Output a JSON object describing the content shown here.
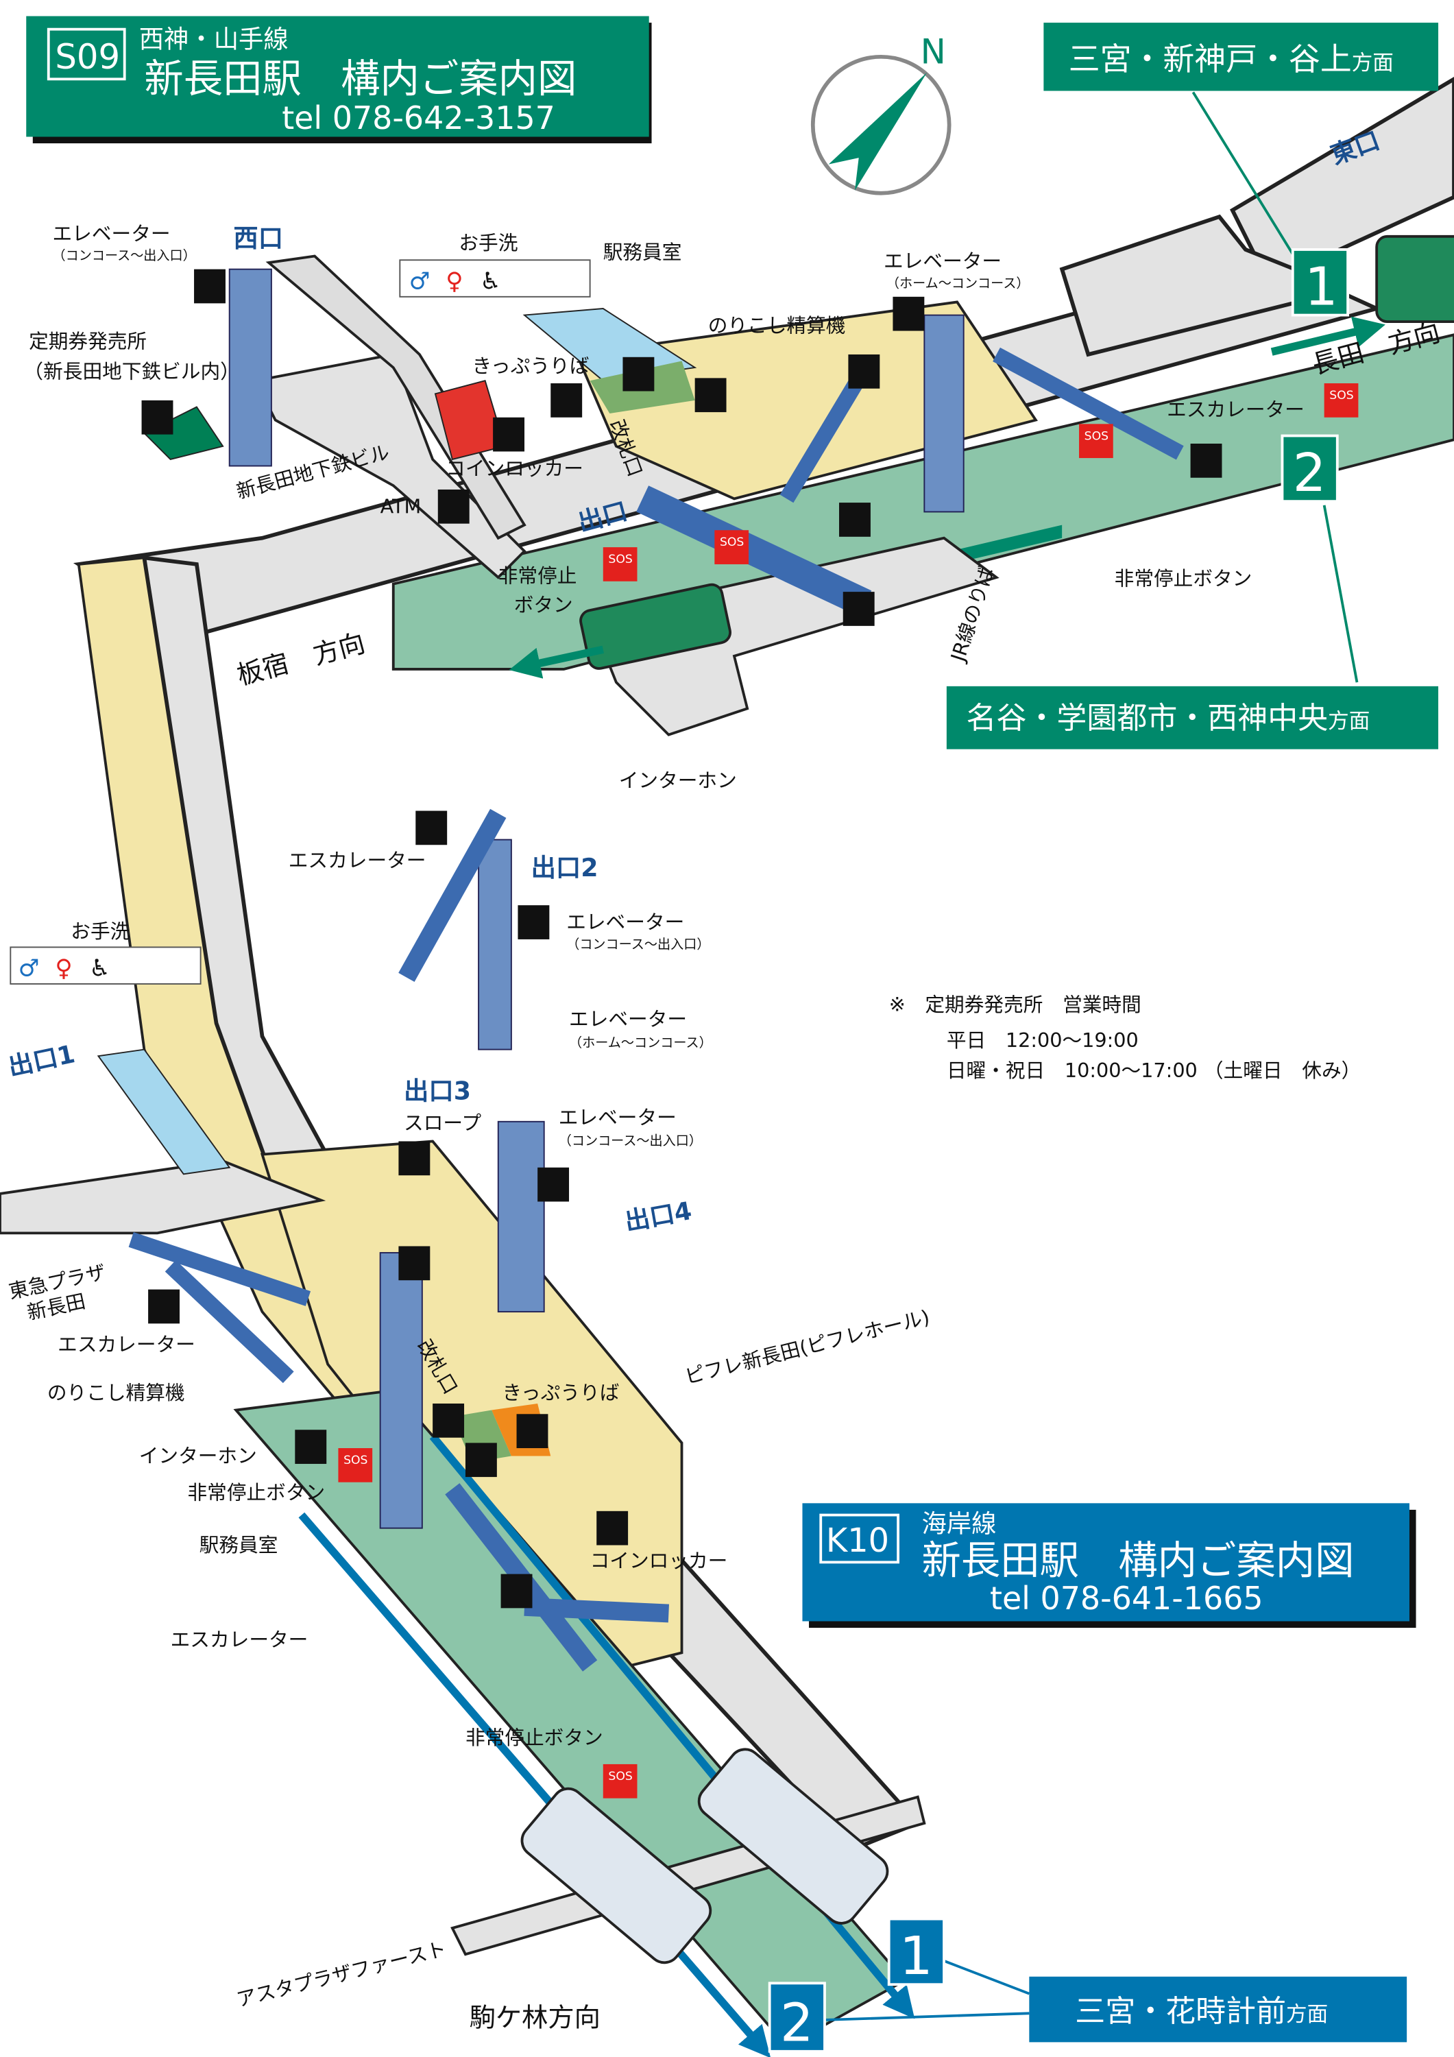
{
  "colors": {
    "green": "#00896b",
    "blue": "#0076b0",
    "platform_green": "#8cc5a9",
    "concourse": "#e3e3e3",
    "gate_yellow": "#f3e6a8",
    "struct_blue": "#6b8fc4",
    "sos_red": "#e3211d",
    "exit_text": "#1a4f8f"
  },
  "header_s09": {
    "code": "S09",
    "line": "西神・山手線",
    "title": "新長田駅　構内ご案内図",
    "tel": "tel 078-642-3157"
  },
  "header_k10": {
    "code": "K10",
    "line": "海岸線",
    "title": "新長田駅　構内ご案内図",
    "tel": "tel 078-641-1665"
  },
  "compass": {
    "label": "N"
  },
  "directions": {
    "sannomiya": {
      "main": "三宮・新神戸・谷上",
      "suffix": "方面",
      "tracks": [
        "1",
        "2"
      ]
    },
    "myodani": {
      "main": "名谷・学園都市・西神中央",
      "suffix": "方面"
    },
    "hanadokei": {
      "main": "三宮・花時計前",
      "suffix": "方面",
      "tracks": [
        "1",
        "2"
      ]
    },
    "nagata": "長田　方向",
    "itayado": "板宿　方向",
    "komagabayashi": "駒ケ林方向"
  },
  "upper": {
    "exits": {
      "west": "西口",
      "east": "東口",
      "exit": "出口"
    },
    "elevator_w": {
      "label": "エレベーター",
      "sub": "（コンコース～出入口）"
    },
    "elevator_e": {
      "label": "エレベーター",
      "sub": "（ホーム～コンコース）"
    },
    "pass_office": {
      "label": "定期券発売所",
      "sub": "（新長田地下鉄ビル内）"
    },
    "toilet": "お手洗",
    "station_office": "駅務員室",
    "fare_adjust": "のりこし精算機",
    "tickets": "きっぷうりば",
    "lockers": "コインロッカー",
    "building": "新長田地下鉄ビル",
    "atm": "ATM",
    "gate": "改札口",
    "escalator": "エスカレーター",
    "emergency_left": [
      "非常停止",
      "ボタン"
    ],
    "emergency_right": "非常停止ボタン",
    "jr": "JR線のりば",
    "intercom": "インターホン"
  },
  "lower": {
    "exits": {
      "e1": "出口1",
      "e2": "出口2",
      "e3": "出口3",
      "e4": "出口4"
    },
    "escalator_top": "エスカレーター",
    "elevator_1": {
      "label": "エレベーター",
      "sub": "（コンコース～出入口）"
    },
    "elevator_2": {
      "label": "エレベーター",
      "sub": "（ホーム～コンコース）"
    },
    "elevator_3": {
      "label": "エレベーター",
      "sub": "（コンコース～出入口）"
    },
    "toilet": "お手洗",
    "slope": "スロープ",
    "tokyu": [
      "東急プラザ",
      "新長田"
    ],
    "escalator_left": "エスカレーター",
    "fare_adjust": "のりこし精算機",
    "gate": "改札口",
    "tickets": "きっぷうりば",
    "pifure": "ピフレ新長田(ピフレホール)",
    "intercom": "インターホン",
    "emergency": "非常停止ボタン",
    "station_office": "駅務員室",
    "lockers": "コインロッカー",
    "escalator_bottom": "エスカレーター",
    "emergency_bottom": "非常停止ボタン",
    "asta": "アスタプラザファースト"
  },
  "hours": {
    "title": "※　定期券発売所　営業時間",
    "weekday": "平日　12:00～19:00",
    "holiday": "日曜・祝日　10:00～17:00 （土曜日　休み）"
  },
  "icons": {
    "sos": "SOS"
  }
}
